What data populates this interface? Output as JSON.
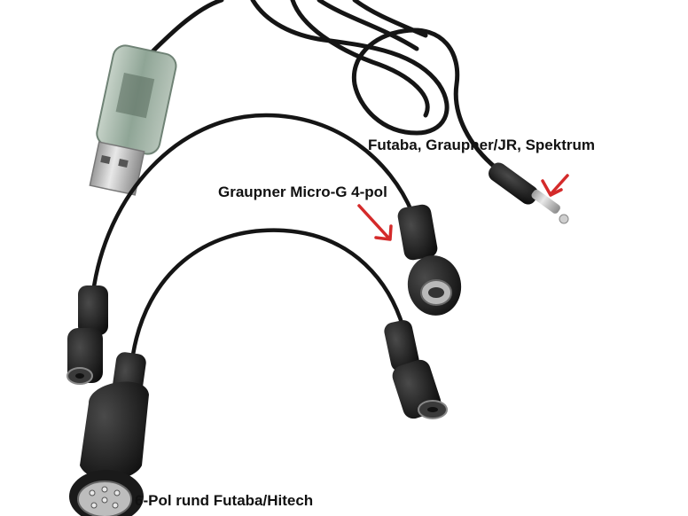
{
  "labels": {
    "spektrum_jack": "Futaba, Graupner/JR, Spektrum",
    "micro_g": "Graupner Micro-G 4-pol",
    "din_6pol": "6-Pol rund Futaba/Hitech"
  },
  "colors": {
    "background": "#ffffff",
    "cable": "#151515",
    "arrow": "#d42a2a",
    "usb_body": "#9fb3a6",
    "usb_metal": "#c9c9c9"
  },
  "icons": {
    "usb_stick": "usb-adapter-icon",
    "arrow": "red-arrow-icon"
  }
}
